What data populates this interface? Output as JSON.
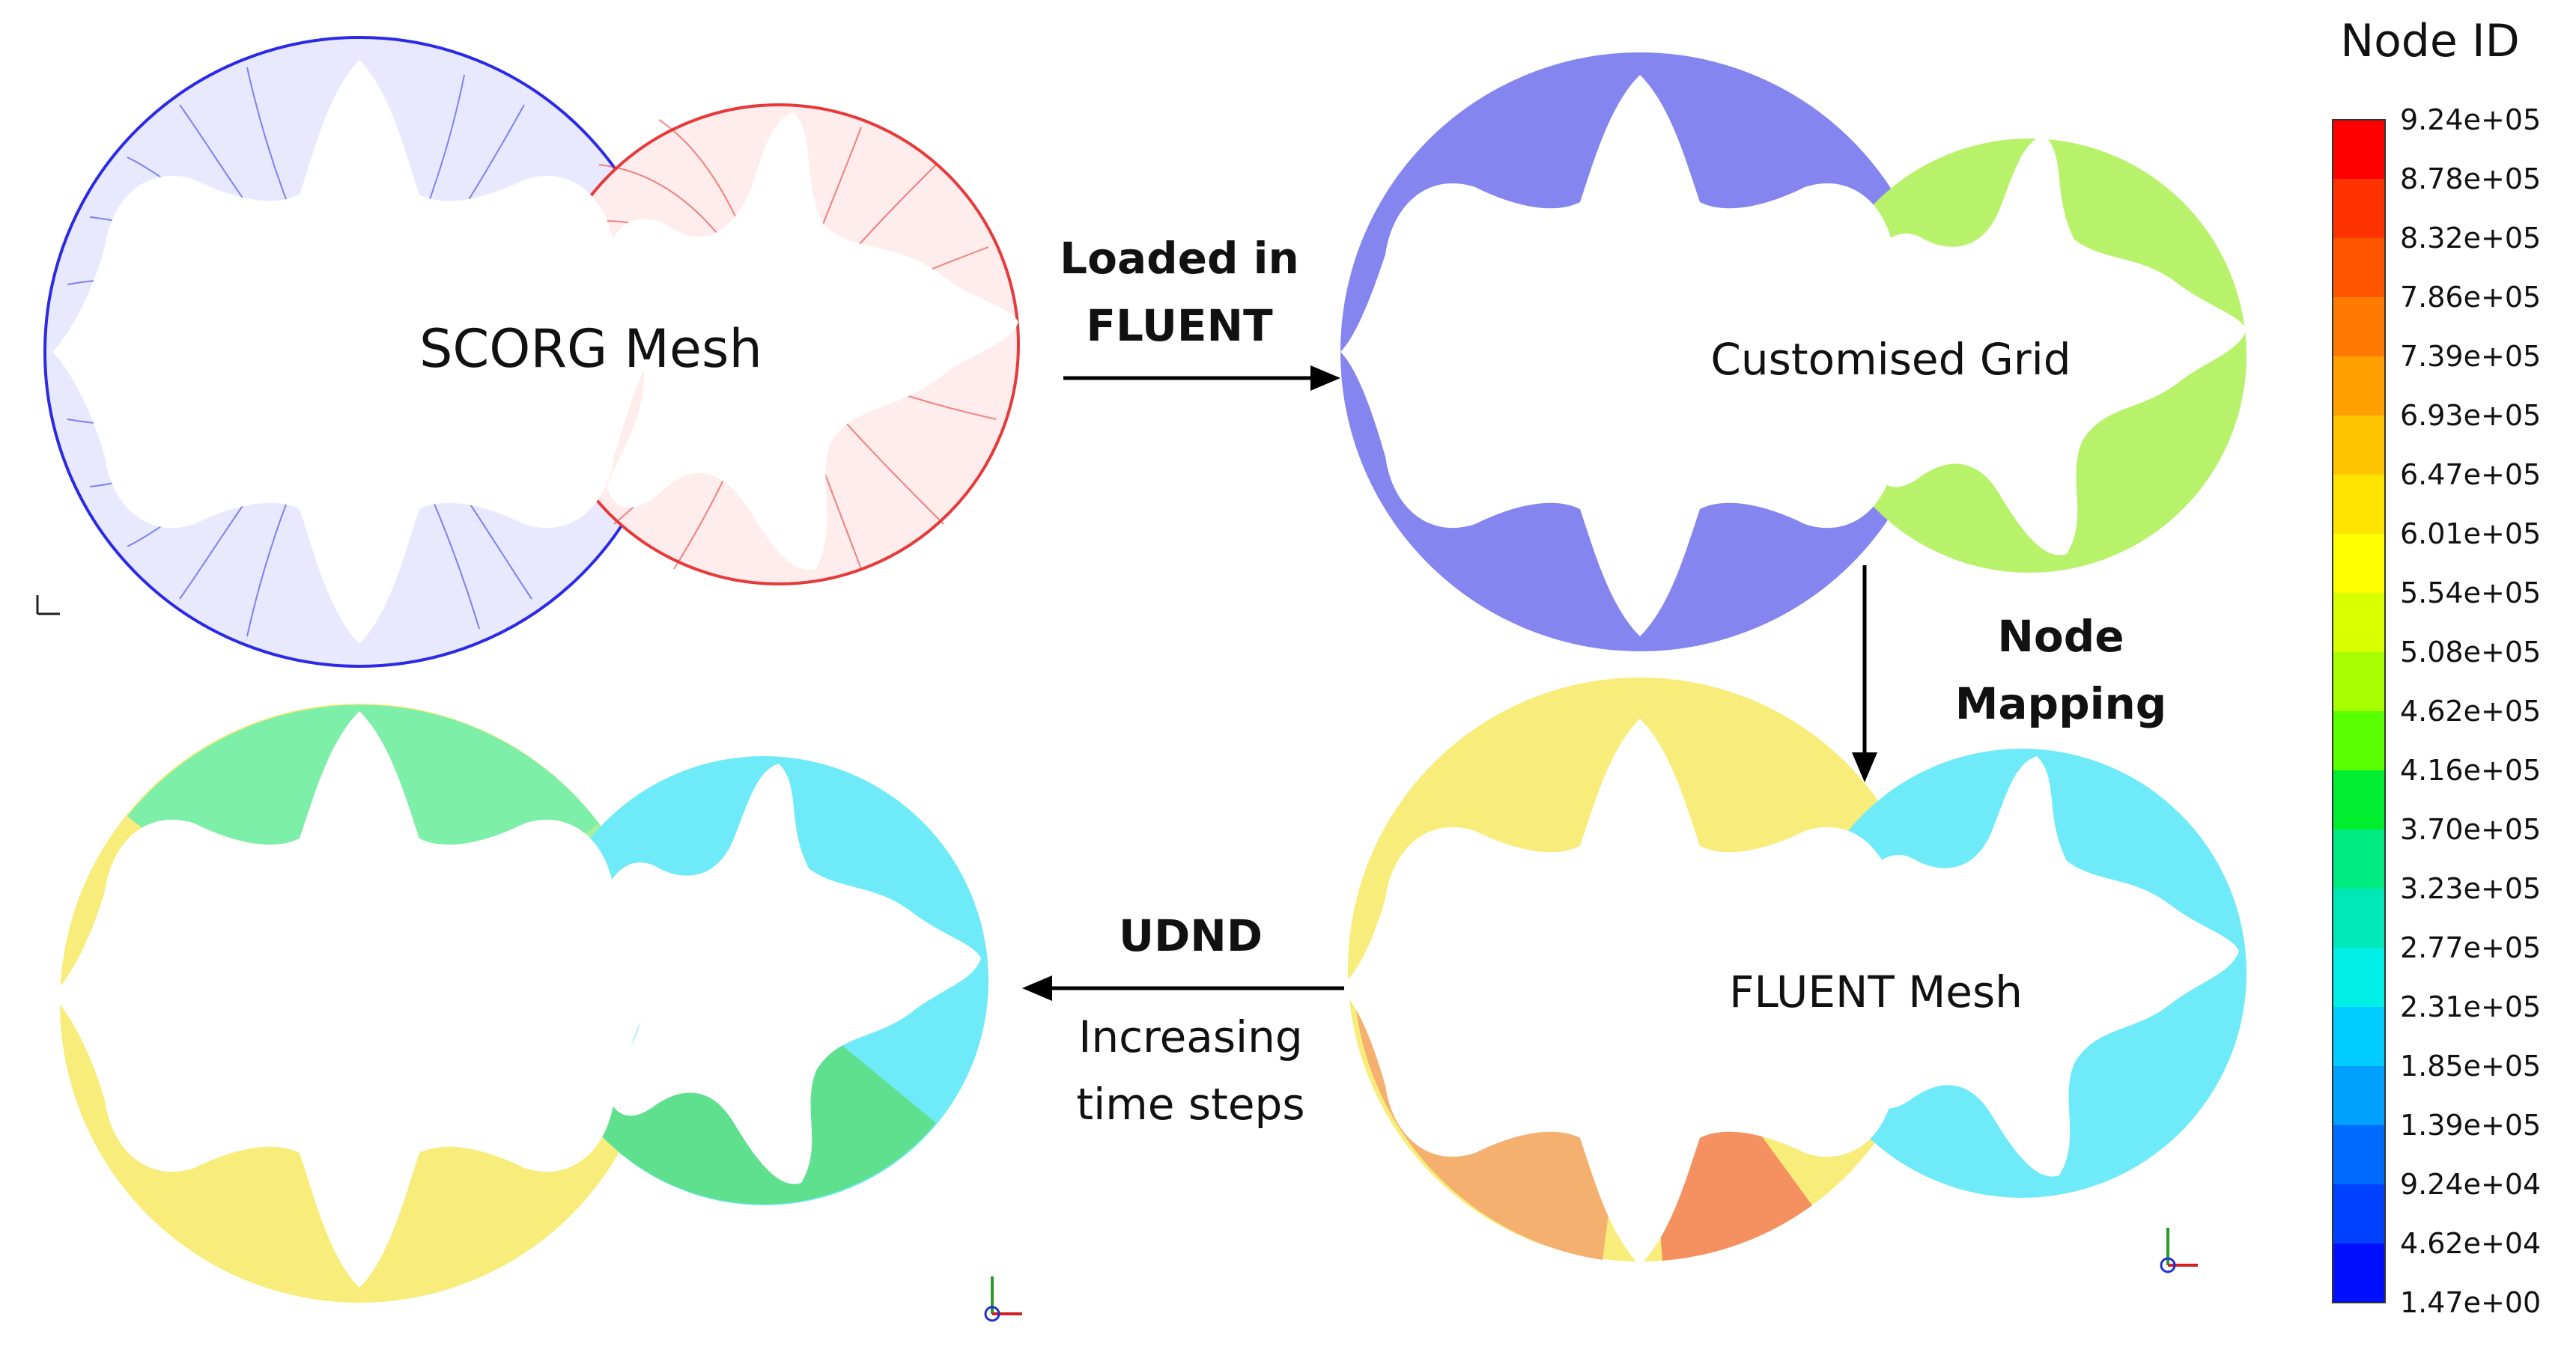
{
  "panels": {
    "scorg": {
      "label": "SCORG Mesh",
      "main_color": "#2a2ae6",
      "gate_color": "#e63a3a"
    },
    "customised": {
      "label": "Customised Grid",
      "main_color": "#8585f0",
      "gate_color": "#b8f26a"
    },
    "fluent": {
      "label": "FLUENT Mesh"
    },
    "udnd": {
      "label": ""
    }
  },
  "arrows": {
    "loaded": {
      "line1": "Loaded in",
      "line2": "FLUENT"
    },
    "mapping": {
      "line1": "Node",
      "line2": "Mapping"
    },
    "udnd": {
      "title": "UDND",
      "line1": "Increasing",
      "line2": "time steps"
    }
  },
  "legend": {
    "title": "Node ID",
    "ticks": [
      "9.24e+05",
      "8.78e+05",
      "8.32e+05",
      "7.86e+05",
      "7.39e+05",
      "6.93e+05",
      "6.47e+05",
      "6.01e+05",
      "5.54e+05",
      "5.08e+05",
      "4.62e+05",
      "4.16e+05",
      "3.70e+05",
      "3.23e+05",
      "2.77e+05",
      "2.31e+05",
      "1.85e+05",
      "1.39e+05",
      "9.24e+04",
      "4.62e+04",
      "1.47e+00"
    ],
    "colors": [
      "#ff0000",
      "#ff3300",
      "#ff5500",
      "#ff7a00",
      "#ffa000",
      "#ffc400",
      "#ffe400",
      "#ffff00",
      "#d8ff00",
      "#a8ff00",
      "#5aff00",
      "#00ee30",
      "#00ea80",
      "#00e8b8",
      "#00f0e8",
      "#00ccff",
      "#00a0ff",
      "#006cff",
      "#0040ff",
      "#0010ff"
    ]
  }
}
